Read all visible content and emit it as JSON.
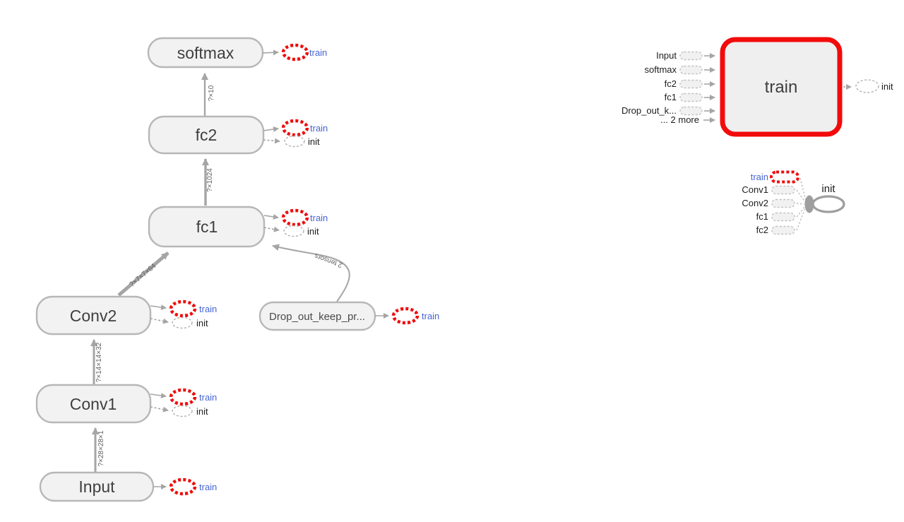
{
  "graph": {
    "nodes": {
      "softmax": {
        "label": "softmax"
      },
      "fc2": {
        "label": "fc2"
      },
      "fc1": {
        "label": "fc1"
      },
      "conv2": {
        "label": "Conv2"
      },
      "conv1": {
        "label": "Conv1"
      },
      "input": {
        "label": "Input"
      },
      "dropout": {
        "label": "Drop_out_keep_pr..."
      }
    },
    "edges": {
      "fc2_softmax": "?×10",
      "fc1_fc2": "?×1024",
      "conv2_fc1": "?×7×7×64",
      "conv1_conv2": "?×14×14×32",
      "input_conv1": "?×28×28×1",
      "dropout_fc1": "2 tensors"
    },
    "annotations": {
      "train": "train",
      "init": "init"
    }
  },
  "train_detail": {
    "title": "train",
    "inputs": [
      "Input",
      "softmax",
      "fc2",
      "fc1",
      "Drop_out_k...",
      "... 2 more"
    ],
    "output": "init"
  },
  "init_detail": {
    "title": "init",
    "inputs": [
      "train",
      "Conv1",
      "Conv2",
      "fc1",
      "fc2"
    ]
  },
  "colors": {
    "node_fill": "#f2f2f2",
    "node_border": "#b7b7b7",
    "edge_gray": "#a5a5a5",
    "selected_red": "#ee0c0c",
    "train_link_blue": "#4665d2",
    "text_dark": "#3f3f3f"
  }
}
